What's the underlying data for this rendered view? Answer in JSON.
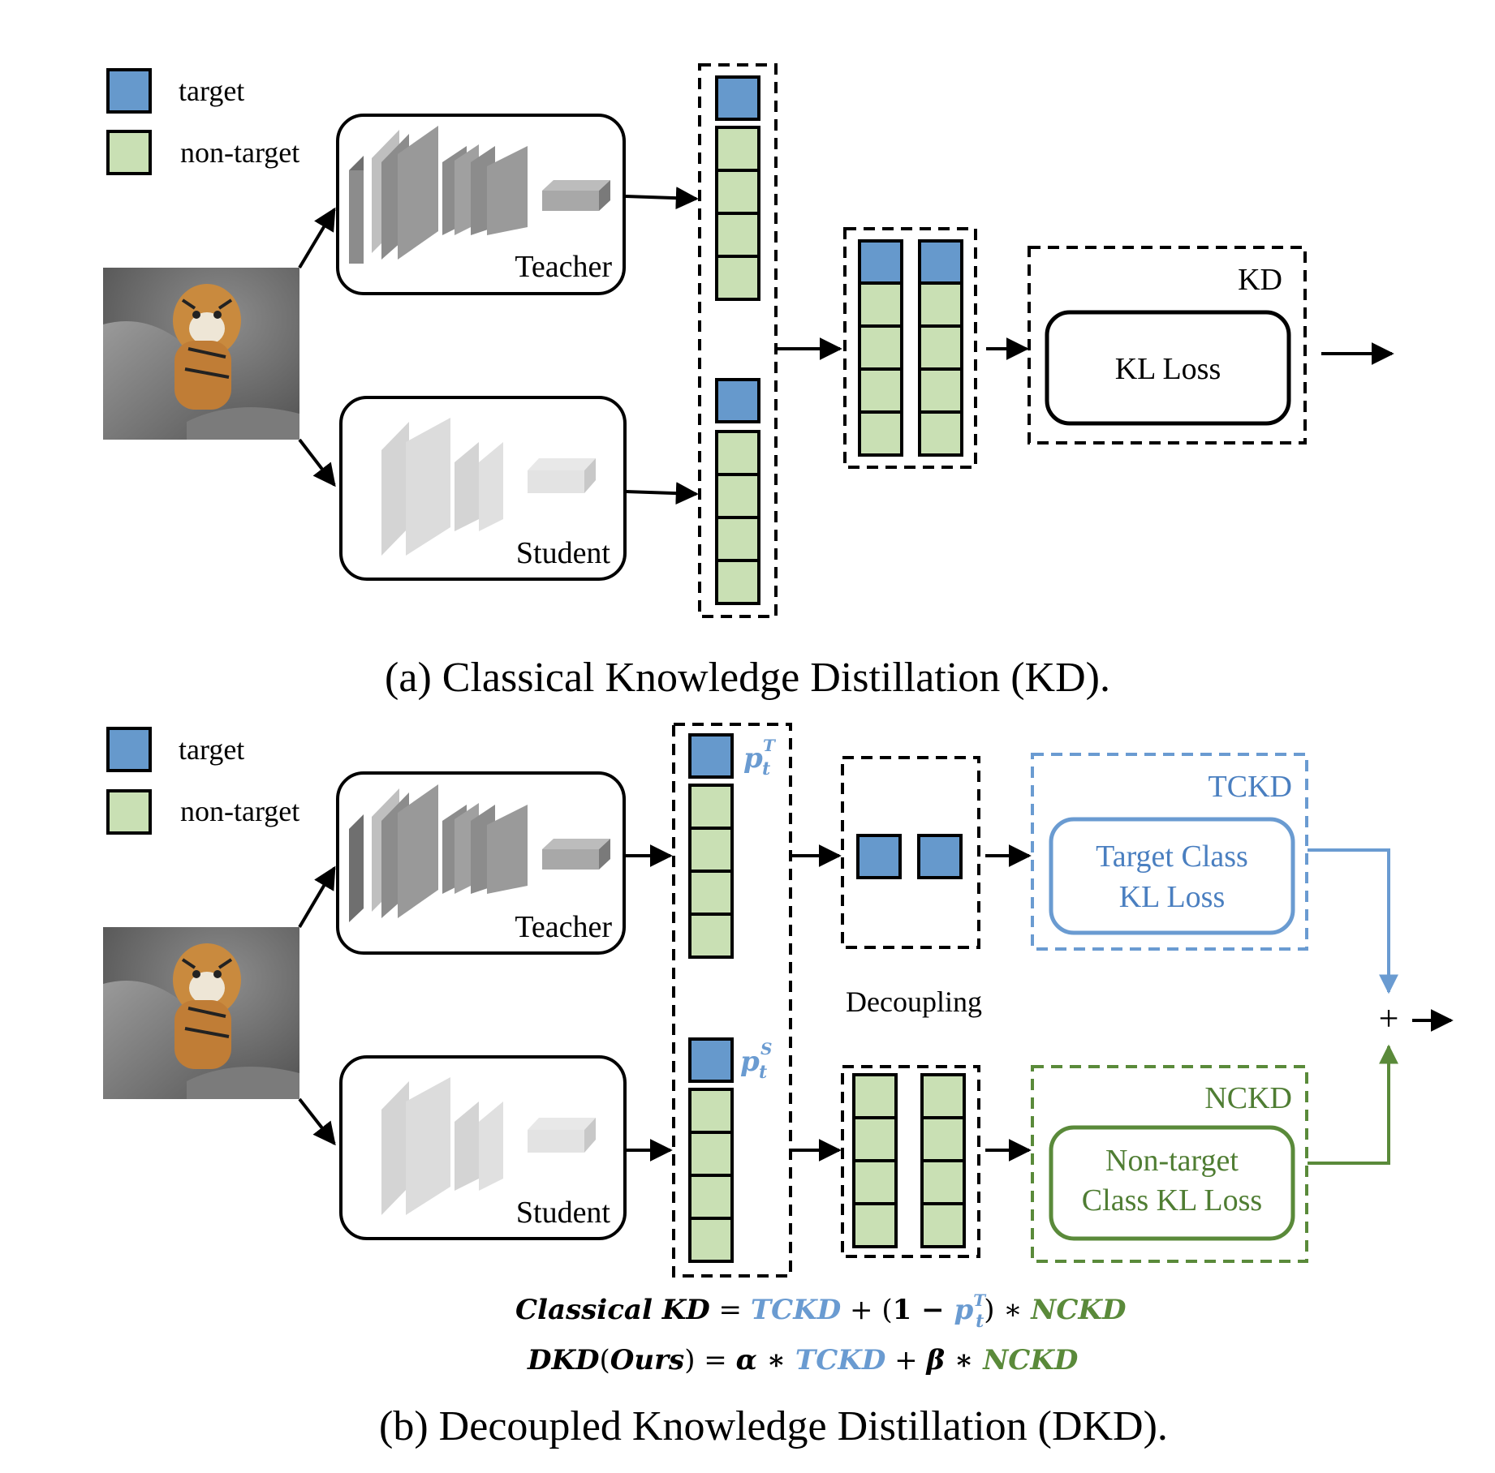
{
  "legend": {
    "target": "target",
    "non_target": "non-target"
  },
  "models": {
    "teacher": "Teacher",
    "student": "Student"
  },
  "panel_a": {
    "kd_label": "KD",
    "kl_loss": "KL Loss",
    "caption": "(a) Classical Knowledge Distillation (KD)."
  },
  "panel_b": {
    "prob_teacher": "T",
    "prob_student": "S",
    "prob_base": "p",
    "prob_sub": "t",
    "decoupling": "Decoupling",
    "tckd": "TCKD",
    "tckd_box_line1": "Target Class",
    "tckd_box_line2": "KL Loss",
    "nckd": "NCKD",
    "nckd_box_line1": "Non-target",
    "nckd_box_line2": "Class KL Loss",
    "plus": "+",
    "eq1_lhs": "Classical KD",
    "eq1_eq": " = ",
    "eq1_tckd": "TCKD",
    "eq1_plus": " + (",
    "eq1_one": "1 − ",
    "eq1_close": ") ∗ ",
    "eq1_nckd": "NCKD",
    "eq2_lhs1": "DKD",
    "eq2_paren1": "(",
    "eq2_ours": "Ours",
    "eq2_paren2": ")",
    "eq2_eq": " = ",
    "eq2_alpha": "α ∗ ",
    "eq2_tckd": "TCKD",
    "eq2_plus": " + ",
    "eq2_beta": "β ∗ ",
    "eq2_nckd": "NCKD",
    "caption": "(b) Decoupled Knowledge Distillation (DKD)."
  },
  "colors": {
    "target_blue": "#6699cc",
    "non_target_green": "#c9e0b4",
    "tckd_blue": "#6a9bd1",
    "nckd_green": "#5a8a3a",
    "teacher_layer": "#8c8c8c",
    "student_layer": "#d4d4d4"
  }
}
